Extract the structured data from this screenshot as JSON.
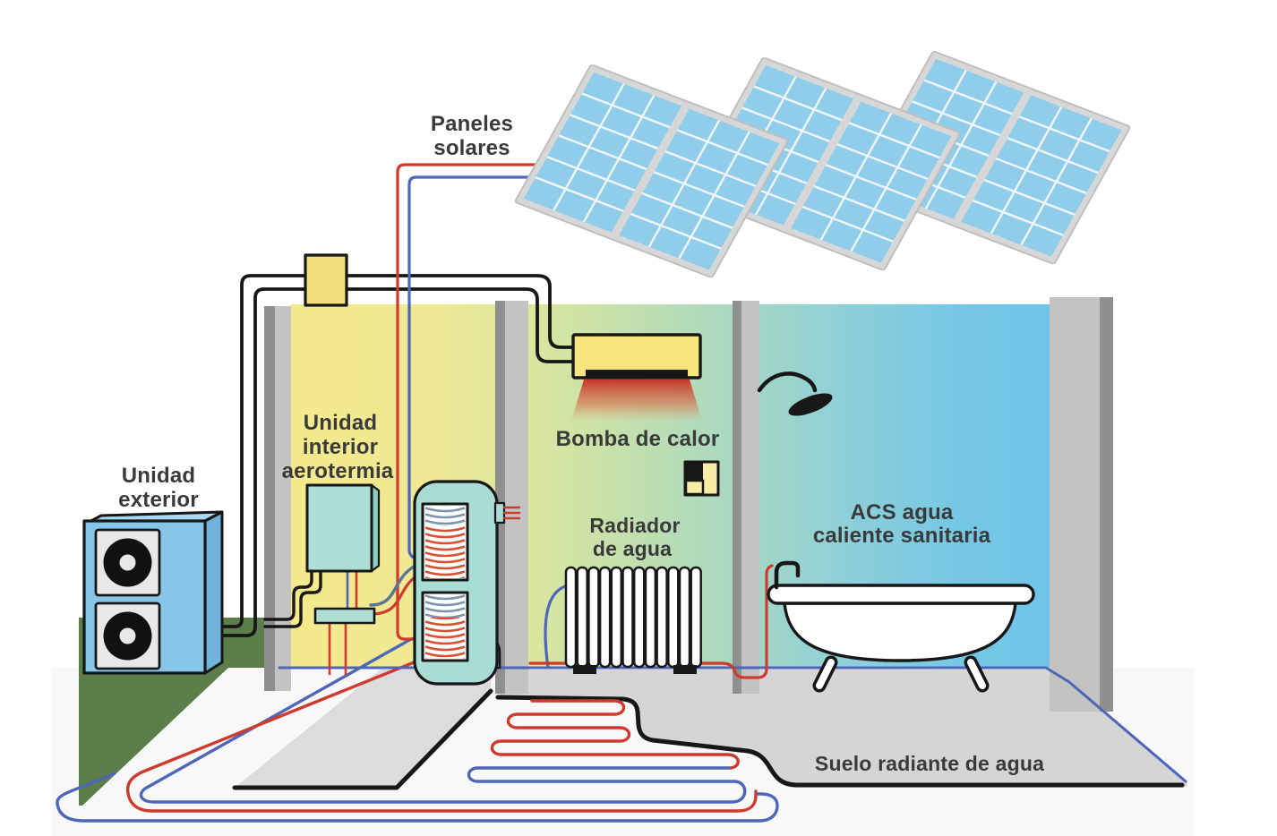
{
  "labels": {
    "solar_panels_1": "Paneles",
    "solar_panels_2": "solares",
    "outdoor_unit_1": "Unidad",
    "outdoor_unit_2": "exterior",
    "indoor_unit_1": "Unidad",
    "indoor_unit_2": "interior",
    "indoor_unit_3": "aerotermia",
    "heat_pump": "Bomba de calor",
    "radiator_1": "Radiador",
    "radiator_2": "de agua",
    "dhw_1": "ACS agua",
    "dhw_2": "caliente sanitaria",
    "radiant_floor": "Suelo radiante de agua"
  },
  "colors": {
    "pipe_hot": "#ce3b2c",
    "pipe_cold": "#4e66b8",
    "pipe_refrigerant": "#171717",
    "solar_cell": "#8fcdeb",
    "outdoor_unit_body": "#85c6e9",
    "tank_body": "#a9dcd4",
    "equipment_yellow": "#f7e47d",
    "wall_left": "#f4ea8c",
    "wall_right": "#6fc4e8",
    "grass": "#5c7e4a",
    "floor": "#d5d5d6",
    "label_text": "#3a3a3a"
  }
}
